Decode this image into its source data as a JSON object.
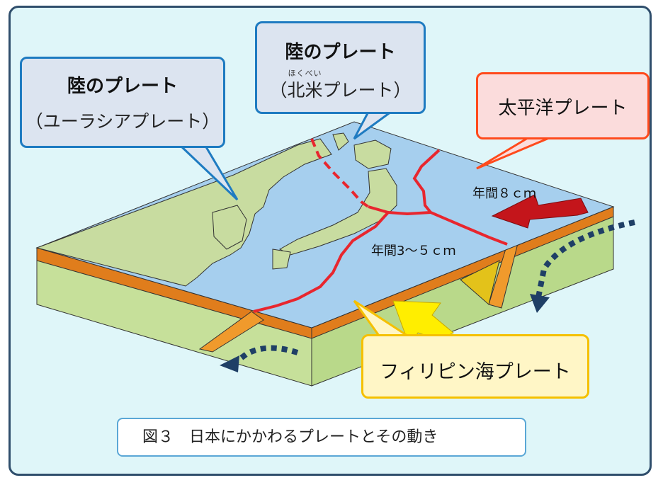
{
  "callouts": {
    "eurasia": {
      "title": "陸のプレート",
      "sub": "（ユーラシアプレート）"
    },
    "north_america": {
      "title": "陸のプレート",
      "paren_open": "（",
      "name": "北米",
      "ruby": "ほくべい",
      "rest": "プレート）"
    },
    "pacific": {
      "title": "太平洋プレート"
    },
    "philippine": {
      "title": "フィリピン海プレート"
    }
  },
  "rates": {
    "pacific": "年間８ｃｍ",
    "philippine": "年間3～５ｃｍ"
  },
  "caption": "図３　日本にかかわるプレートとその動き",
  "colors": {
    "frame_bg": "#dff6f9",
    "frame_border": "#2f4e6c",
    "sea": "#a6cfee",
    "land": "#c8dca0",
    "block_side": "#c6e09a",
    "plate_edge": "#e07d1c",
    "boundary": "#e8262e",
    "arrow_pacific": "#c4151b",
    "arrow_philippine": "#ffee00",
    "motion_dots": "#1f3f66"
  }
}
